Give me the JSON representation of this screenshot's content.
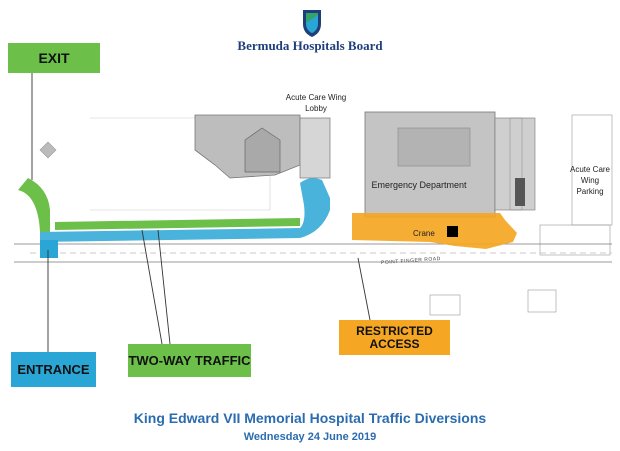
{
  "header": {
    "org_name": "Bermuda Hospitals Board"
  },
  "callouts": {
    "exit": "EXIT",
    "entrance": "ENTRANCE",
    "two_way": "TWO-WAY TRAFFIC",
    "restricted_line1": "RESTRICTED",
    "restricted_line2": "ACCESS"
  },
  "map_labels": {
    "lobby_line1": "Acute Care Wing",
    "lobby_line2": "Lobby",
    "emergency": "Emergency Department",
    "parking_line1": "Acute Care",
    "parking_line2": "Wing",
    "parking_line3": "Parking",
    "crane": "Crane",
    "road": "POINT FINGER ROAD"
  },
  "footer": {
    "title": "King Edward VII Memorial Hospital Traffic Diversions",
    "date": "Wednesday 24 June 2019"
  },
  "colors": {
    "traffic_green": "#6cc04a",
    "traffic_blue": "#2aa6d6",
    "restricted_orange": "#f5a623",
    "brand_navy": "#1f3f7a"
  }
}
